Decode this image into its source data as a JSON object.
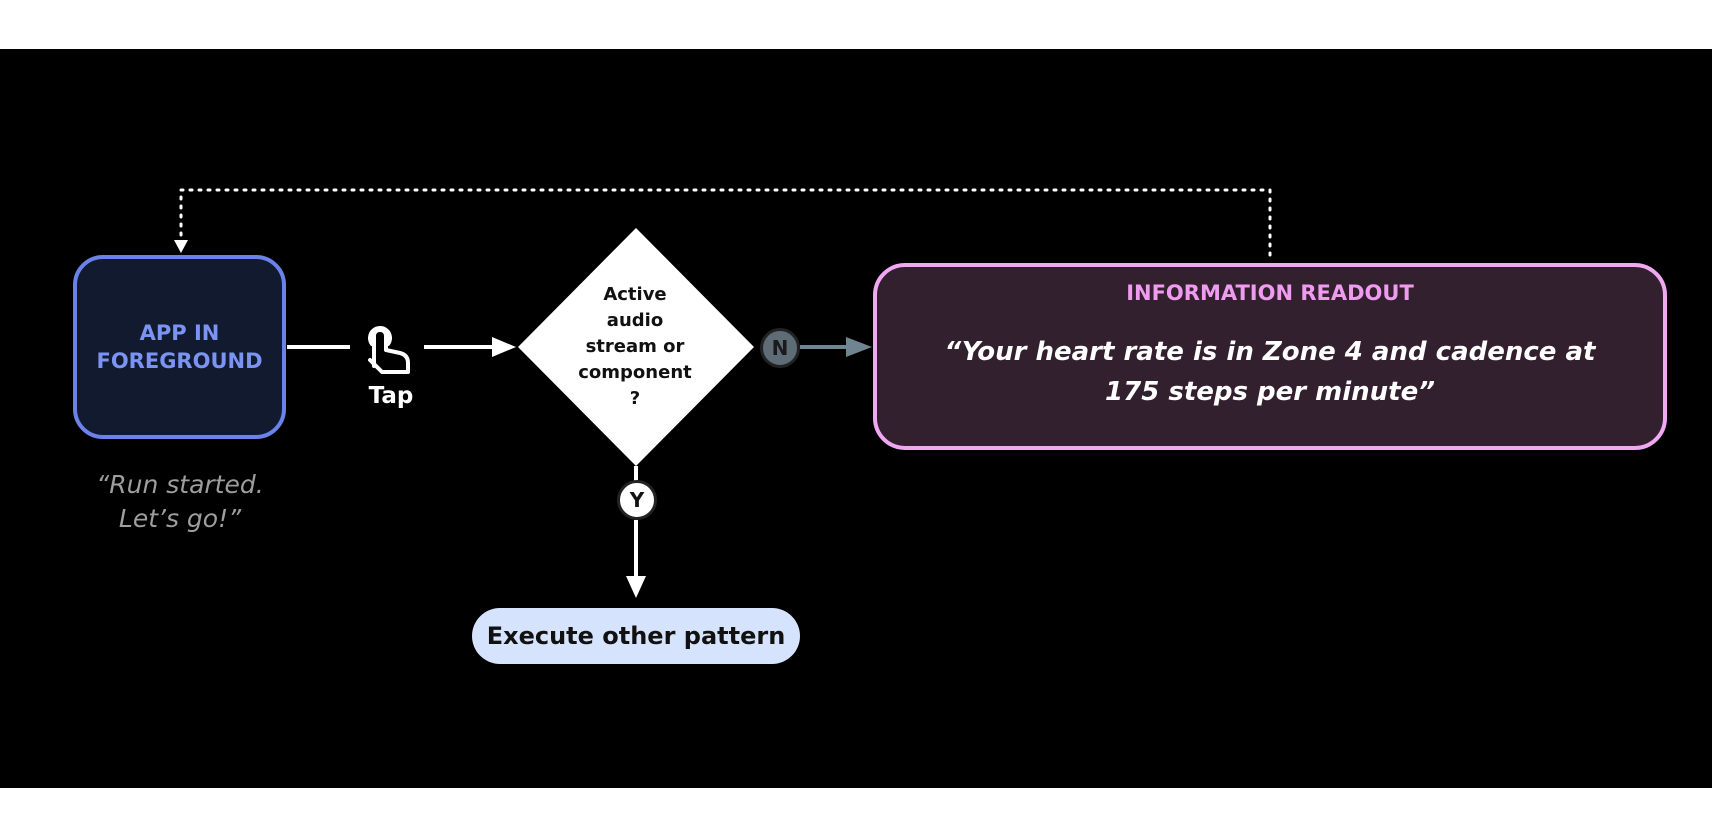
{
  "nodes": {
    "app": {
      "label": "APP IN\nFOREGROUND",
      "border_color": "#6b82e8",
      "text_color": "#7b93f2"
    },
    "decision": {
      "label": "Active\naudio\nstream or\ncomponent\n?"
    },
    "readout": {
      "title": "INFORMATION READOUT",
      "body": "“Your heart rate is in Zone 4 and cadence at 175 steps per minute”",
      "border_color": "#f0a8f3",
      "title_color": "#ef9cf0"
    },
    "execute": {
      "label": "Execute other pattern",
      "fill_color": "#d6e3fd"
    }
  },
  "annotations": {
    "start_quote": "“Run started.\nLet’s go!”"
  },
  "edges": {
    "tap": {
      "label": "Tap",
      "icon": "tap-hand-icon"
    },
    "no_badge": "N",
    "yes_badge": "Y"
  }
}
